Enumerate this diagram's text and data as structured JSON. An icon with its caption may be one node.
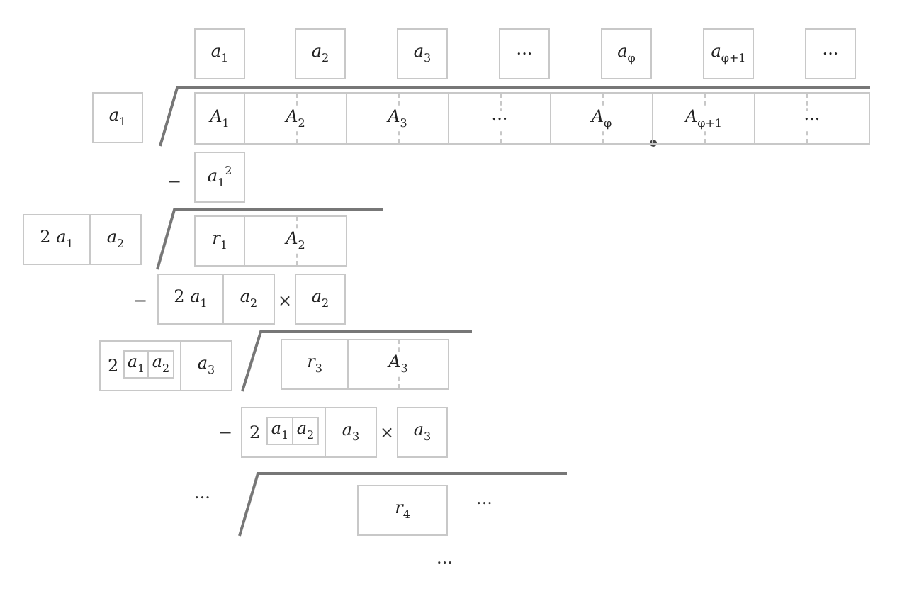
{
  "diagram": {
    "nodes": [
      {
        "text": [
          "*a*$_{1}$"
        ]
      },
      {
        "text": [
          "*a*$_{2}$"
        ]
      },
      {
        "text": [
          "*a*$_{3}$"
        ]
      },
      {
        "text": [
          "···"
        ]
      },
      {
        "text": [
          "*a*$_{φ}$"
        ]
      },
      {
        "text": [
          "*a*$_{φ+1}$"
        ]
      },
      {
        "text": [
          "···"
        ]
      },
      {
        "text": [
          "*a*$_{1}$"
        ]
      },
      {
        "text": [
          "*A*$_{1}$"
        ]
      },
      {
        "text": [
          "*A*$_{2}$"
        ]
      },
      {
        "text": [
          "*A*$_{3}$"
        ]
      },
      {
        "text": [
          "···"
        ]
      },
      {
        "text": [
          "*A*$_{φ}$"
        ]
      },
      {
        "text": [
          "*A*$_{φ+1}$"
        ]
      },
      {
        "text": [
          "···"
        ]
      },
      {
        "text": [
          "*a*$_{1}$$^{2}$"
        ]
      },
      {
        "text": [
          "2 *a*$_{1}$"
        ]
      },
      {
        "text": [
          "*a*$_{2}$"
        ]
      },
      {
        "text": [
          "*r*$_{1}$"
        ]
      },
      {
        "text": [
          "*A*$_{2}$"
        ]
      },
      {
        "text": [
          "2 *a*$_{1}$"
        ]
      },
      {
        "text": [
          "*a*$_{2}$"
        ]
      },
      {
        "text": [
          "*a*$_{2}$"
        ]
      },
      {
        "text": [
          "2"
        ]
      },
      {
        "text": [
          "*a*$_{1}$"
        ],
        "in": 23
      },
      {
        "text": [
          "*a*$_{2}$"
        ],
        "in": 23
      },
      {
        "text": [
          "*a*$_{3}$"
        ]
      },
      {
        "text": [
          "*r*$_{3}$"
        ]
      },
      {
        "text": [
          "*A*$_{3}$"
        ]
      },
      {
        "text": [
          "2"
        ]
      },
      {
        "text": [
          "*a*$_{1}$"
        ],
        "in": 29
      },
      {
        "text": [
          "*a*$_{2}$"
        ],
        "in": 29
      },
      {
        "text": [
          "*a*$_{3}$"
        ]
      },
      {
        "text": [
          "*a*$_{3}$"
        ]
      },
      {
        "text": [
          "*r*$_{4}$"
        ]
      }
    ],
    "labels": [
      "−",
      "−",
      "×",
      "−",
      "×",
      "···",
      "···",
      "···"
    ]
  }
}
